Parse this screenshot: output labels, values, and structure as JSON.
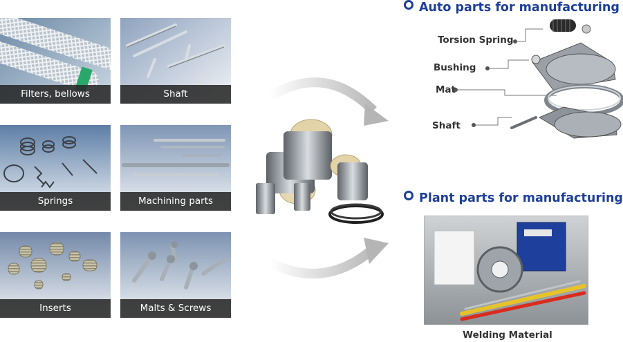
{
  "tiles": [
    {
      "label": "Filters, bellows"
    },
    {
      "label": "Shaft"
    },
    {
      "label": "Springs"
    },
    {
      "label": "Machining parts"
    },
    {
      "label": "Inserts"
    },
    {
      "label": "Malts & Screws"
    }
  ],
  "auto_parts": {
    "title": "Auto parts for manufacturing",
    "callouts": {
      "torsion_spring": "Torsion Spring",
      "bushing": "Bushing",
      "mat": "Mat",
      "shaft": "Shaft"
    }
  },
  "plant_parts": {
    "title": "Plant parts for manufacturing",
    "caption": "Welding Material"
  },
  "colors": {
    "title_blue": "#1d3f9a",
    "caption_bar": "#333333"
  }
}
